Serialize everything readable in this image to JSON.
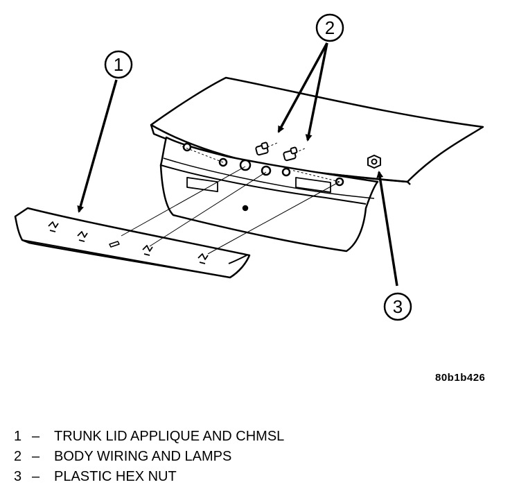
{
  "diagram": {
    "figure_id": "80b1b426",
    "callouts": [
      "1",
      "2",
      "3"
    ],
    "legend": [
      {
        "number": "1",
        "separator": "–",
        "text": "TRUNK LID APPLIQUE AND CHMSL"
      },
      {
        "number": "2",
        "separator": "–",
        "text": "BODY WIRING AND LAMPS"
      },
      {
        "number": "3",
        "separator": "–",
        "text": "PLASTIC HEX NUT"
      }
    ]
  }
}
